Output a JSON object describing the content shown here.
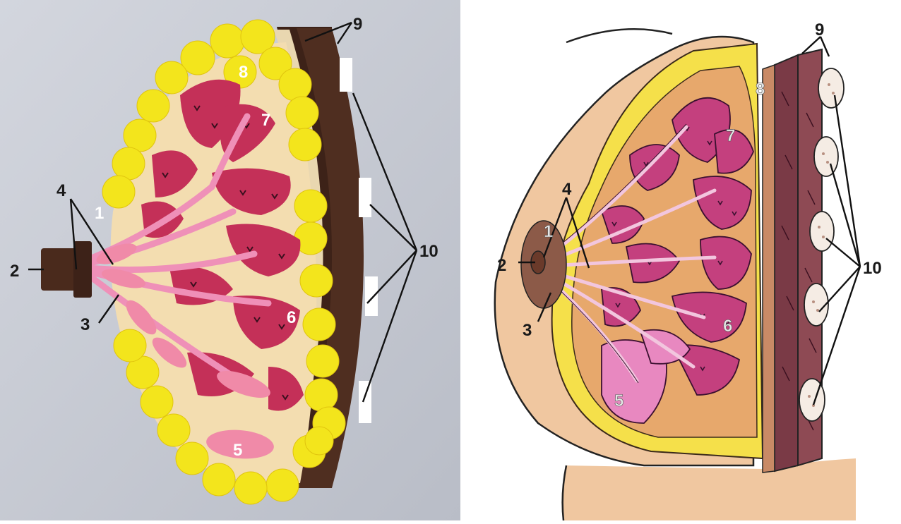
{
  "figure": {
    "left_panel": {
      "labels": [
        "1",
        "2",
        "3",
        "4",
        "5",
        "6",
        "7",
        "8",
        "9",
        "10"
      ]
    },
    "right_panel": {
      "labels": [
        "1",
        "2",
        "3",
        "4",
        "5",
        "6",
        "7",
        "8",
        "9",
        "10"
      ]
    }
  },
  "colors": {
    "photo_background": "#c9ccd4",
    "fat_yellow": "#f3e51c",
    "lobule_felt": "#c43058",
    "duct_pink": "#ef90b8",
    "felt_base": "#f3ddb0",
    "felt_brown": "#4a2a1c",
    "skin": "#f0c7a0",
    "diagram_fat": "#f5e04a",
    "diagram_lobule": "#c4407e",
    "muscle": "#7a3a46",
    "areola": "#8c5a48"
  }
}
